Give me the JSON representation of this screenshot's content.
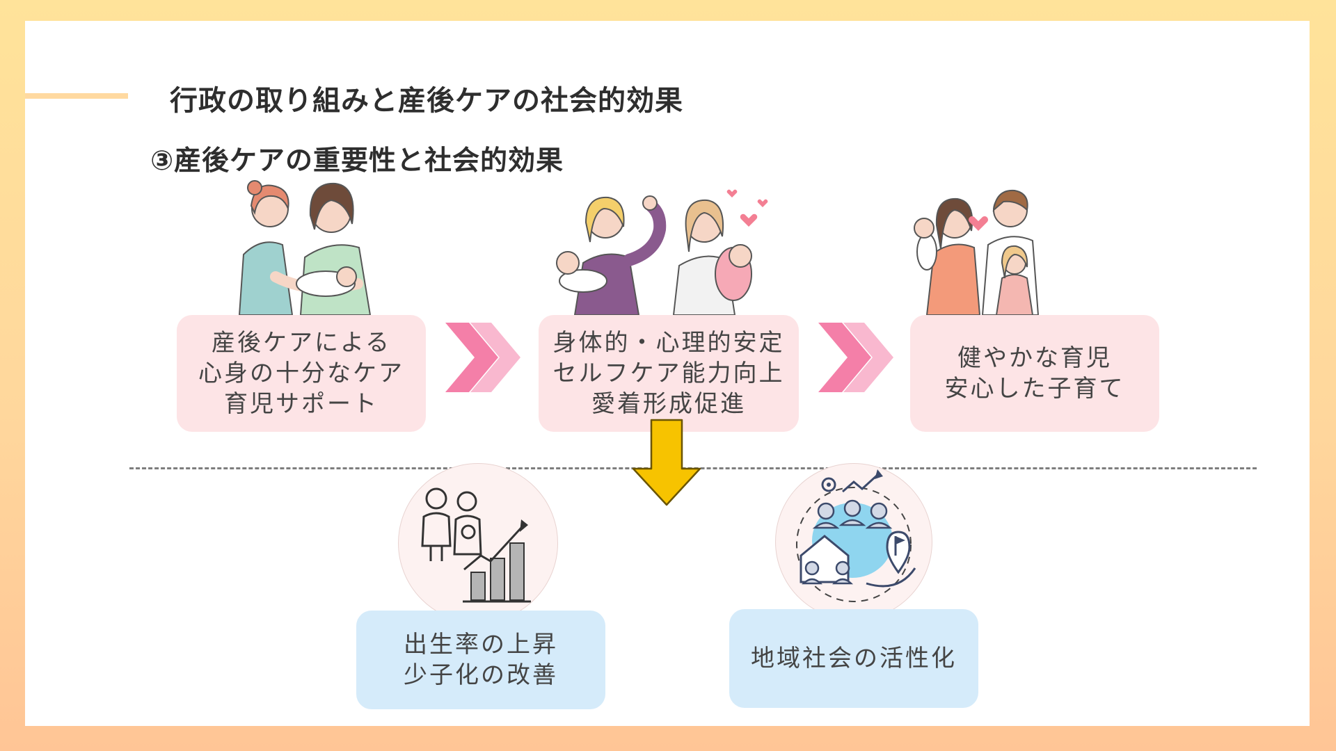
{
  "header": {
    "title": "行政の取り組みと産後ケアの社会的効果",
    "subtitle": "③産後ケアの重要性と社会的効果"
  },
  "steps": [
    {
      "lines": [
        "産後ケアによる",
        "心身の十分なケア",
        "育児サポート"
      ],
      "illustration": "mothers-caring-baby-illustration"
    },
    {
      "lines": [
        "身体的・心理的安定",
        "セルフケア能力向上",
        "愛着形成促進"
      ],
      "illustration": "strong-mothers-with-babies-illustration"
    },
    {
      "lines": [
        "健やかな育児",
        "安心した子育て"
      ],
      "illustration": "happy-family-illustration"
    }
  ],
  "outcomes": [
    {
      "lines": [
        "出生率の上昇",
        "少子化の改善"
      ],
      "icon": "family-growth-chart-icon"
    },
    {
      "lines": [
        "地域社会の活性化"
      ],
      "icon": "community-growth-icon"
    }
  ],
  "colors": {
    "step_box": "#fde4e6",
    "outcome_box": "#d5ebfa",
    "chevron_dark": "#f47fa8",
    "chevron_light": "#f9b8cf",
    "down_arrow": "#f7c300",
    "background_gradient": [
      "#ffe39a",
      "#ffc596"
    ]
  }
}
